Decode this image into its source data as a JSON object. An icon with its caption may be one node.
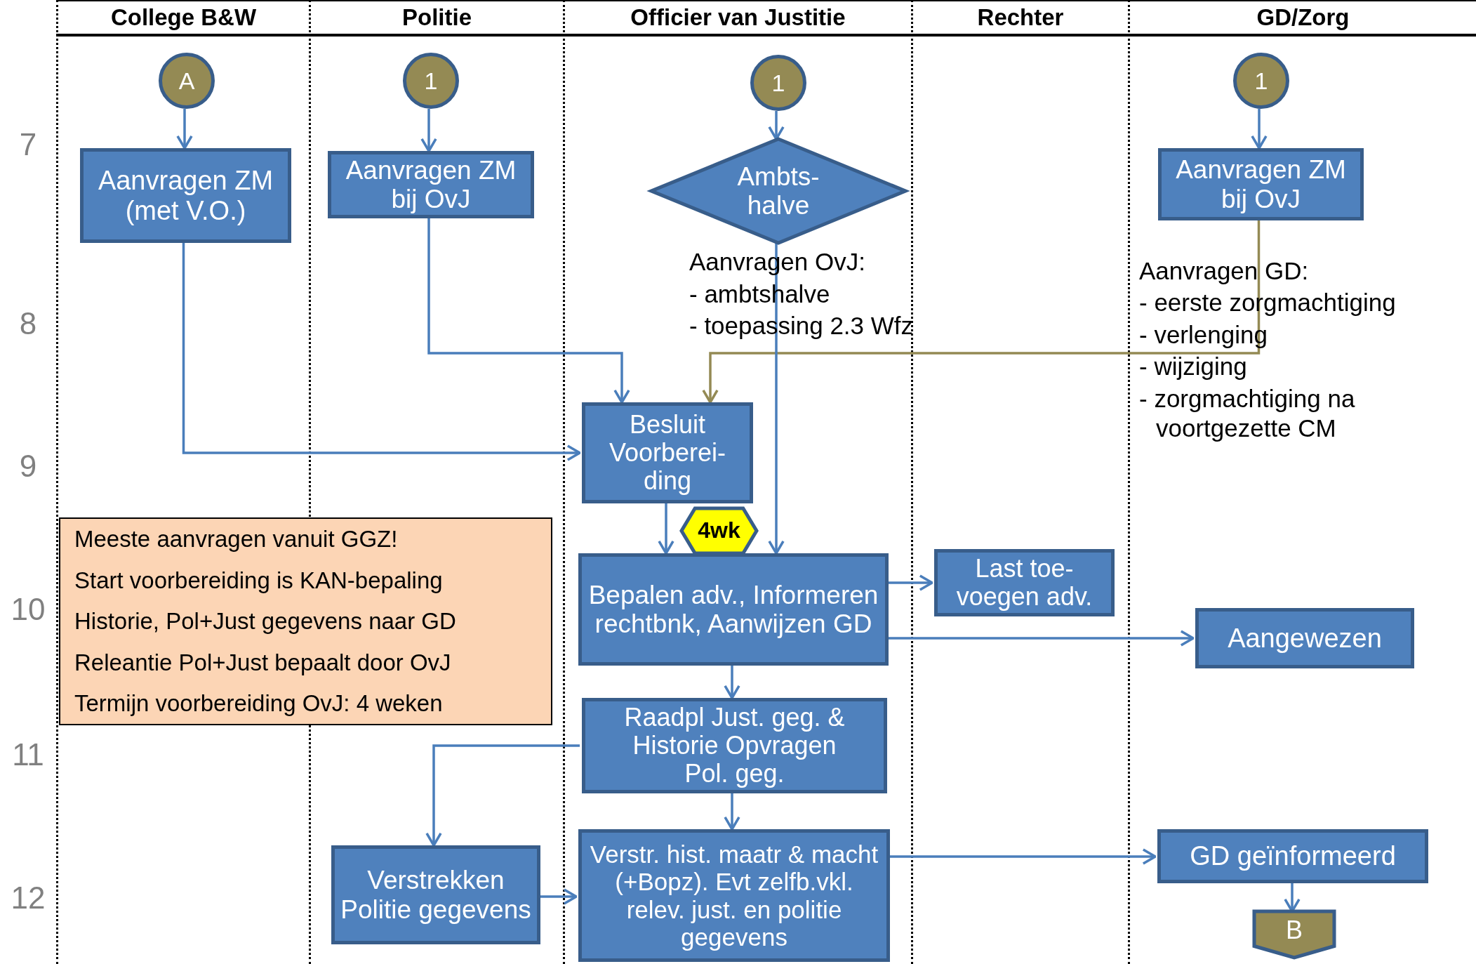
{
  "diagram": {
    "nodes": [
      {
        "text": [
          "College B&W"
        ]
      },
      {
        "text": [
          "Politie"
        ]
      },
      {
        "text": [
          "Officier van Justitie"
        ]
      },
      {
        "text": [
          "Rechter"
        ]
      },
      {
        "text": [
          "GD/Zorg"
        ]
      },
      {
        "text": [
          "A"
        ],
        "in": 0
      },
      {
        "text": [
          "1"
        ],
        "in": 1
      },
      {
        "text": [
          "1"
        ],
        "in": 2
      },
      {
        "text": [
          "1"
        ],
        "in": 4
      },
      {
        "text": [
          "Aanvragen ZM (met V.O.)"
        ],
        "in": 0
      },
      {
        "text": [
          "Aanvragen ZM bij OvJ"
        ],
        "in": 1
      },
      {
        "text": [
          "Ambts- halve"
        ],
        "in": 2
      },
      {
        "text": [
          "Aanvragen ZM bij OvJ"
        ],
        "in": 4
      },
      {
        "text": [
          "Besluit Voorberei- ding"
        ],
        "in": 2
      },
      {
        "text": [
          "4wk"
        ],
        "in": 2
      },
      {
        "text": [
          "Bepalen adv., Informeren rechtbnk, Aanwijzen GD"
        ],
        "in": 2
      },
      {
        "text": [
          "Last toe- voegen adv."
        ],
        "in": 3
      },
      {
        "text": [
          "Aangewezen"
        ],
        "in": 4
      },
      {
        "text": [
          "Raadpl Just. geg. & Historie Opvragen Pol. geg."
        ],
        "in": 2
      },
      {
        "text": [
          "Verstrekken Politie gegevens"
        ],
        "in": 1
      },
      {
        "text": [
          "Verstr. hist. maatr & macht (+Bopz). Evt zelfb.vkl. relev. just. en politie gegevens"
        ],
        "in": 2
      },
      {
        "text": [
          "GD geïnformeerd"
        ],
        "in": 4
      },
      {
        "text": [
          "B"
        ],
        "in": 4
      },
      {
        "text": [
          "Meeste aanvragen vanuit GGZ!",
          "Start voorbereiding is KAN-bepaling",
          "Historie, Pol+Just gegevens naar GD",
          "Releantie Pol+Just bepaalt door OvJ",
          "Termijn voorbereiding OvJ: 4 weken"
        ]
      }
    ],
    "edges": [
      {
        "from": 5,
        "to": 9,
        "arrow": "to"
      },
      {
        "from": 6,
        "to": 10,
        "arrow": "to"
      },
      {
        "from": 7,
        "to": 11,
        "arrow": "to"
      },
      {
        "from": 8,
        "to": 12,
        "arrow": "to"
      },
      {
        "from": 9,
        "to": 13,
        "arrow": "to"
      },
      {
        "from": 10,
        "to": 13,
        "arrow": "to"
      },
      {
        "from": 12,
        "to": 13,
        "arrow": "to",
        "color": "#948a54"
      },
      {
        "from": 11,
        "to": 15,
        "arrow": "to"
      },
      {
        "from": 13,
        "to": 15,
        "arrow": "to"
      },
      {
        "from": 15,
        "to": 16,
        "arrow": "to"
      },
      {
        "from": 15,
        "to": 17,
        "arrow": "to"
      },
      {
        "from": 15,
        "to": 18,
        "arrow": "to"
      },
      {
        "from": 18,
        "to": 19,
        "arrow": "to"
      },
      {
        "from": 18,
        "to": 20,
        "arrow": "to"
      },
      {
        "from": 19,
        "to": 20,
        "arrow": "to"
      },
      {
        "from": 20,
        "to": 21,
        "arrow": "to"
      },
      {
        "from": 21,
        "to": 22,
        "arrow": "to"
      }
    ],
    "labels": [
      "7",
      "8",
      "9",
      "10",
      "11",
      "12",
      "Aanvragen OvJ:",
      "- ambtshalve",
      "- toepassing 2.3 Wfz",
      "Aanvragen GD:",
      "- eerste zorgmachtiging",
      "- verlenging",
      "- wijziging",
      "- zorgmachtiging na voortgezette CM"
    ]
  }
}
